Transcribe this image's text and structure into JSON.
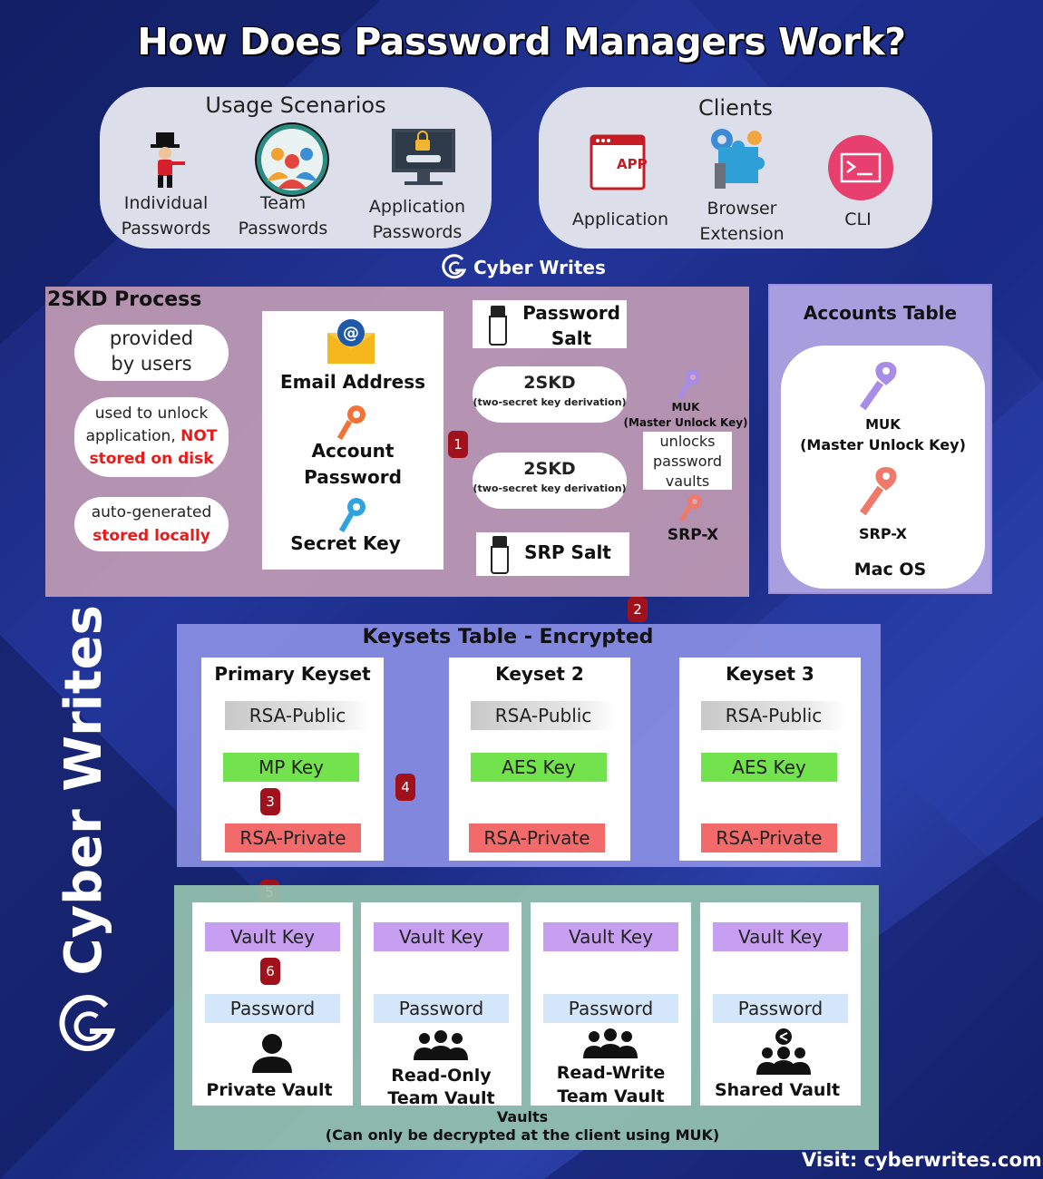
{
  "title": "How Does Password Managers Work?",
  "usage": {
    "heading": "Usage Scenarios",
    "items": [
      {
        "line1": "Individual",
        "line2": "Passwords",
        "icon": "person-tophat-icon"
      },
      {
        "line1": "Team",
        "line2": "Passwords",
        "icon": "team-icon"
      },
      {
        "line1": "Application",
        "line2": "Passwords",
        "icon": "laptop-lock-icon"
      }
    ]
  },
  "clients": {
    "heading": "Clients",
    "items": [
      {
        "line1": "Application",
        "line2": "",
        "icon": "app-window-icon",
        "icon_text": "APP"
      },
      {
        "line1": "Browser",
        "line2": "Extension",
        "icon": "puzzle-gear-icon"
      },
      {
        "line1": "CLI",
        "line2": "",
        "icon": "terminal-icon"
      }
    ]
  },
  "brand": {
    "name": "Cyber Writes",
    "side": "Cyber Writes",
    "visit": "Visit: cyberwrites.com"
  },
  "skd": {
    "heading": "2SKD Process",
    "ovals": [
      {
        "line1": "provided",
        "line2": "by users"
      },
      {
        "line1": "used to unlock",
        "line2a": "application, ",
        "line2b": "NOT",
        "line3": "stored on disk"
      },
      {
        "line1": "auto-generated",
        "line2": "stored locally"
      }
    ],
    "email": "Email Address",
    "account_password_1": "Account",
    "account_password_2": "Password",
    "secret_key": "Secret Key",
    "password_salt_1": "Password",
    "password_salt_2": "Salt",
    "srp_salt": "SRP Salt",
    "twoskd_label": "2SKD",
    "twoskd_sub": "(two-secret key derivation)",
    "muk_label": "MUK",
    "muk_sub": "(Master Unlock Key)",
    "unlocks_1": "unlocks",
    "unlocks_2": "password",
    "unlocks_3": "vaults",
    "srpx": "SRP-X"
  },
  "accounts": {
    "heading": "Accounts Table",
    "muk": "MUK",
    "muk_sub": "(Master Unlock Key)",
    "srpx": "SRP-X",
    "os": "Mac OS"
  },
  "badges": [
    "1",
    "2",
    "3",
    "4",
    "5",
    "6"
  ],
  "keysets": {
    "heading": "Keysets Table - Encrypted",
    "cards": [
      {
        "title": "Primary Keyset",
        "pub": "RSA-Public",
        "sym": "MP Key",
        "priv": "RSA-Private"
      },
      {
        "title": "Keyset 2",
        "pub": "RSA-Public",
        "sym": "AES Key",
        "priv": "RSA-Private"
      },
      {
        "title": "Keyset 3",
        "pub": "RSA-Public",
        "sym": "AES Key",
        "priv": "RSA-Private"
      }
    ]
  },
  "vaults": {
    "footer_1": "Vaults",
    "footer_2": "(Can only be decrypted at the client using MUK)",
    "cards": [
      {
        "key": "Vault Key",
        "pwd": "Password",
        "line1": "Private Vault",
        "line2": "",
        "icon": "person-icon"
      },
      {
        "key": "Vault Key",
        "pwd": "Password",
        "line1": "Read-Only",
        "line2": "Team Vault",
        "icon": "group-icon"
      },
      {
        "key": "Vault Key",
        "pwd": "Password",
        "line1": "Read-Write",
        "line2": "Team Vault",
        "icon": "group-icon"
      },
      {
        "key": "Vault Key",
        "pwd": "Password",
        "line1": "Shared Vault",
        "line2": "",
        "icon": "shared-group-icon"
      }
    ]
  },
  "colors": {
    "background": "#1b2a78",
    "badge": "#a1111b",
    "green_chip": "#72e34d",
    "red_chip": "#f26a6a",
    "purple_chip": "#c79ff0",
    "blue_chip": "#d4e7fa",
    "accent_red_text": "#e81b1b"
  }
}
